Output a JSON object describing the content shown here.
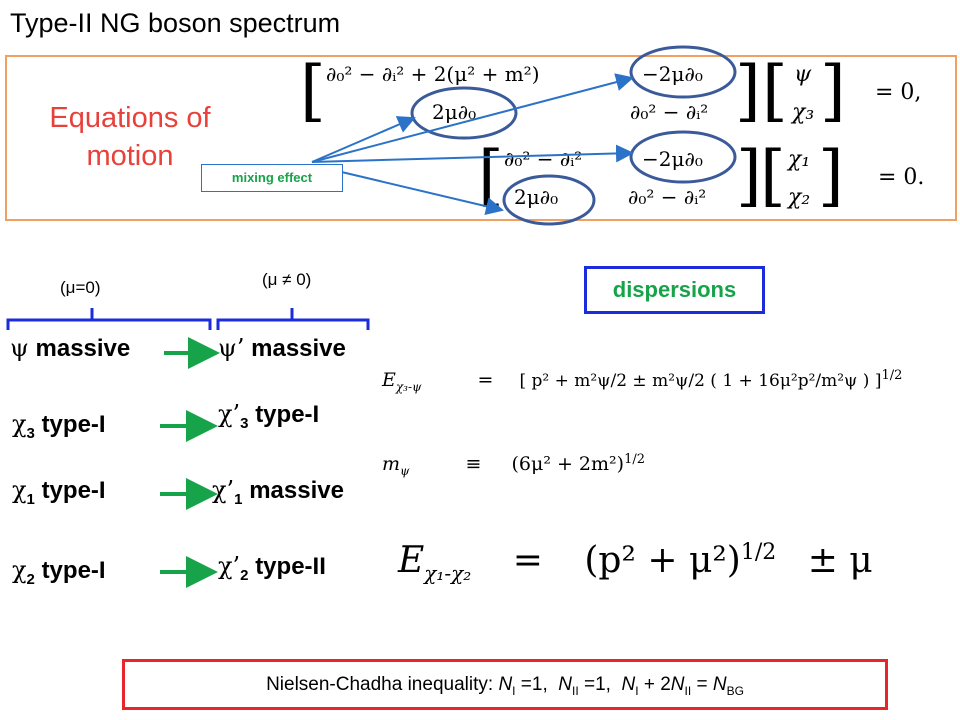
{
  "title": "Type-II NG boson spectrum",
  "eom": {
    "label_line1": "Equations of",
    "label_line2": "motion",
    "mixing_label": "mixing effect",
    "row1": {
      "m11": "∂₀² − ∂ᵢ² + 2(μ² + m²)",
      "m12": "−2μ∂₀",
      "m21": "2μ∂₀",
      "m22": "∂₀² − ∂ᵢ²",
      "v1": "ψ",
      "v2": "χ₃",
      "rhs": "= 0,"
    },
    "row2": {
      "m11": "∂₀² − ∂ᵢ²",
      "m12": "−2μ∂₀",
      "m21": "2μ∂₀",
      "m22": "∂₀² − ∂ᵢ²",
      "v1": "χ₁",
      "v2": "χ₂",
      "rhs": "= 0."
    }
  },
  "columns": {
    "left_header": "(μ=0)",
    "right_header": "(μ ≠ 0)"
  },
  "modes": [
    {
      "left_sym": "ψ",
      "left_sub": "",
      "left_text": "massive",
      "right_sym": "ψ’",
      "right_sub": "",
      "right_text": "massive"
    },
    {
      "left_sym": "χ",
      "left_sub": "3",
      "left_text": "type-I",
      "right_sym": "χ’",
      "right_sub": "3",
      "right_text": "type-I"
    },
    {
      "left_sym": "χ",
      "left_sub": "1",
      "left_text": "type-I",
      "right_sym": "χ’",
      "right_sub": "1",
      "right_text": "massive"
    },
    {
      "left_sym": "χ",
      "left_sub": "2",
      "left_text": "type-I",
      "right_sym": "χ’",
      "right_sub": "2",
      "right_text": "type-II"
    }
  ],
  "dispersions_label": "dispersions",
  "formulas": {
    "f1_lhs": "E",
    "f1_lhs_sub": "χ₃-ψ",
    "f1_eq": "=",
    "f1_rhs": "[ p² + m²ψ/2 ± m²ψ/2 ( 1 + 16μ²p²/m²ψ ) ]",
    "f1_exp": "1/2",
    "f2_lhs": "m",
    "f2_lhs_sub": "ψ",
    "f2_eq": "≡",
    "f2_rhs": "(6μ² + 2m²)",
    "f2_exp": "1/2",
    "f3_lhs": "E",
    "f3_lhs_sub": "χ₁-χ₂",
    "f3_eq": "=",
    "f3_rhs": "(p² + μ²)",
    "f3_exp": "1/2",
    "f3_tail": "± μ"
  },
  "nielsen_chadha": {
    "prefix": "Nielsen-Chadha inequality: ",
    "n": "N",
    "sub_I": "I",
    "sub_II": "II",
    "sub_BG": "BG",
    "eq1": " =1,  ",
    "eq2": " =1,  ",
    "plus": " + 2",
    "equals": " = "
  },
  "colors": {
    "eom_border": "#f0a060",
    "eom_label": "#e8403a",
    "mixing_text": "#17a34a",
    "arrow_blue": "#2b73c8",
    "ellipse": "#3a5a9a",
    "bracket_blue": "#1c2bdb",
    "arrow_green": "#17a34a",
    "dispersions_border": "#1c2bdb",
    "nc_border": "#e8252b"
  }
}
